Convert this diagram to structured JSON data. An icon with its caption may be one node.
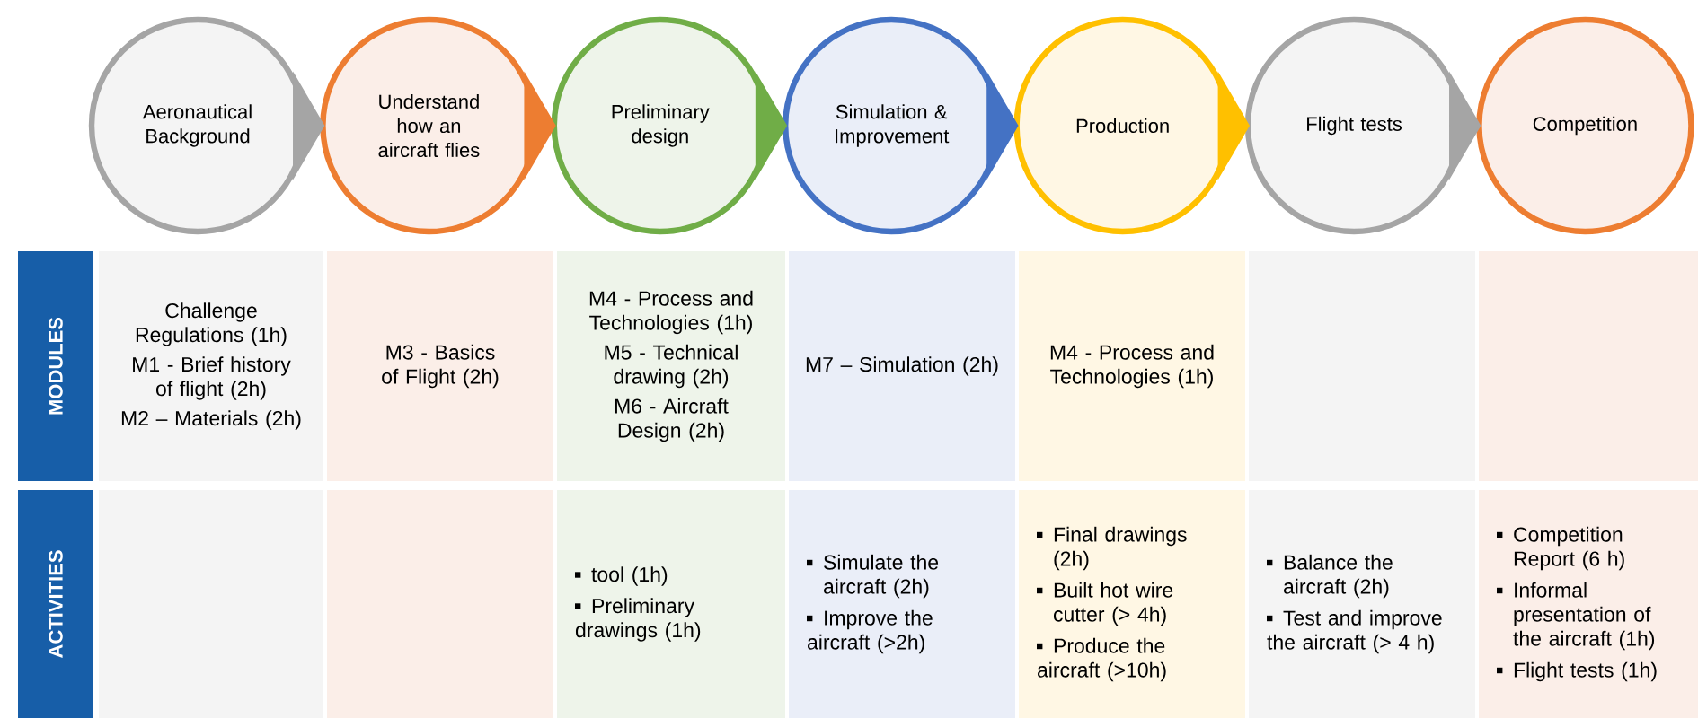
{
  "diagram": {
    "nodes": [
      {
        "text": [
          "Aeronautical Background"
        ]
      },
      {
        "text": [
          "Understand how an aircraft flies"
        ]
      },
      {
        "text": [
          "Preliminary design"
        ]
      },
      {
        "text": [
          "Simulation & Improvement"
        ]
      },
      {
        "text": [
          "Production"
        ]
      },
      {
        "text": [
          "Flight tests"
        ]
      },
      {
        "text": [
          "Competition"
        ]
      }
    ],
    "edges": [
      {
        "from": 0,
        "to": 1,
        "arrow": "to",
        "color": "#a5a5a5"
      },
      {
        "from": 1,
        "to": 2,
        "arrow": "to",
        "color": "#ed7d31"
      },
      {
        "from": 2,
        "to": 3,
        "arrow": "to",
        "color": "#70ad47"
      },
      {
        "from": 3,
        "to": 4,
        "arrow": "to",
        "color": "#4472c4"
      },
      {
        "from": 4,
        "to": 5,
        "arrow": "to",
        "color": "#ffc000"
      },
      {
        "from": 5,
        "to": 6,
        "arrow": "to",
        "color": "#a5a5a5"
      }
    ],
    "labels": [
      "MODULES",
      "Challenge Regulations (1h)",
      "M1 - Brief history of flight (2h)",
      "M2 – Materials (2h)",
      "M3 - Basics of Flight (2h)",
      "M4 - Process and Technologies (1h)",
      "M5 - Technical drawing (2h)",
      "M6 - Aircraft Design (2h)",
      "M7 – Simulation (2h)",
      "M4 - Process and Technologies (1h)",
      "ACTIVITIES",
      "tool (1h)",
      "Preliminary drawings (1h)",
      "Simulate the aircraft (2h)",
      "Improve the aircraft (>2h)",
      "Final drawings (2h)",
      "Built hot wire cutter (> 4h)",
      "Produce the aircraft (>10h)",
      "Balance the aircraft (2h)",
      "Test and improve the aircraft (> 4 h)",
      "Competition Report (6 h)",
      "Informal presentation of the aircraft (1h)",
      "Flight tests (1h)"
    ]
  }
}
